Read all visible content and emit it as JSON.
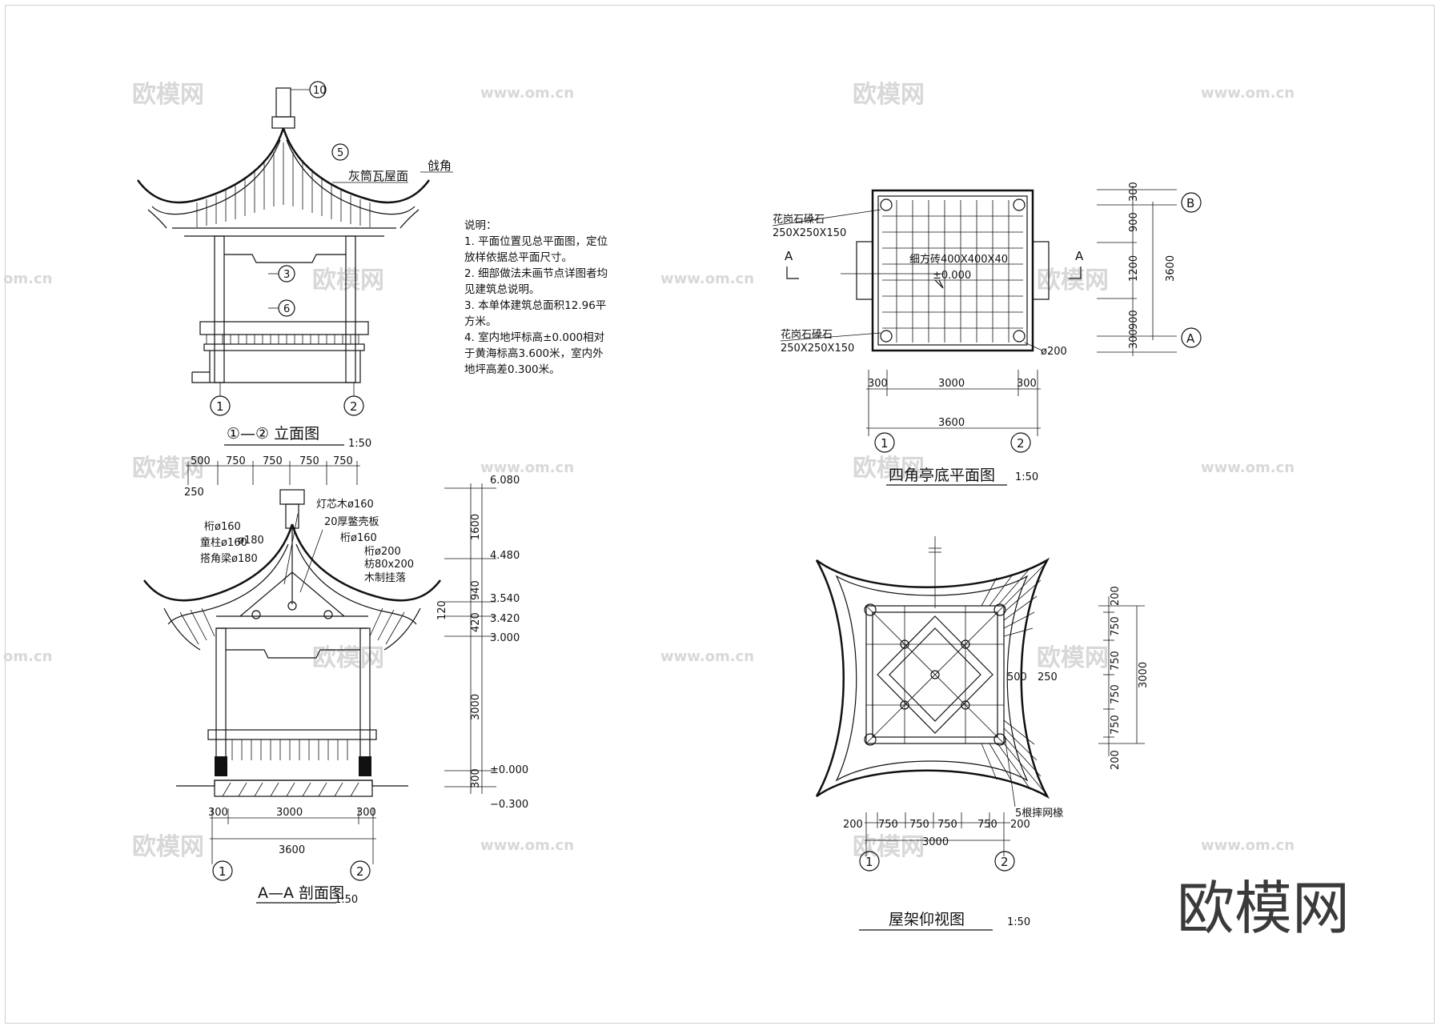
{
  "watermark": {
    "brand": "欧模网",
    "url": "www.om.cn",
    "url_cut": "om.cn"
  },
  "elevation": {
    "title": "①—② 立面图",
    "scale": "1:50",
    "labels": {
      "roof": "灰筒瓦屋面",
      "corner": "戗角"
    },
    "callouts": [
      "10",
      "5",
      "3",
      "6"
    ],
    "axes": [
      "1",
      "2"
    ]
  },
  "notes": {
    "heading": "说明：",
    "items": [
      "1. 平面位置见总平面图，定位放样依据总平面尺寸。",
      "2. 细部做法未画节点详图者均见建筑总说明。",
      "3. 本单体建筑总面积12.96平方米。",
      "4. 室内地坪标高±0.000相对于黄海标高3.600米，室内外地坪高差0.300米。"
    ]
  },
  "section": {
    "title": "A—A 剖面图",
    "scale": "1:50",
    "top_dims": [
      "500",
      "750",
      "750",
      "750",
      "750"
    ],
    "top_extra": "250",
    "labels": [
      "灯芯木ø160",
      "20厚鳖壳板",
      "桁ø160",
      "桁ø160",
      "童柱ø160",
      "ø180",
      "搭角梁ø180",
      "桁ø200",
      "枋80x200",
      "木制挂落"
    ],
    "levels": [
      "6.080",
      "4.480",
      "3.540",
      "3.420",
      "3.000",
      "±0.000",
      "−0.300"
    ],
    "vert_dims": [
      "1600",
      "940",
      "120",
      "420",
      "3000",
      "300"
    ],
    "bottom_dims": [
      "300",
      "3000",
      "300"
    ],
    "total": "3600",
    "axes": [
      "1",
      "2"
    ]
  },
  "plan": {
    "title": "四角亭底平面图",
    "scale": "1:50",
    "labels": {
      "stone1": "花岗石磉石",
      "stone1_size": "250X250X150",
      "stone2": "花岗石磉石",
      "stone2_size": "250X250X150",
      "tile": "细方砖400X400X40",
      "level": "±0.000",
      "post": "ø200",
      "section_mark": "A"
    },
    "bottom_dims": [
      "300",
      "3000",
      "300"
    ],
    "total": "3600",
    "right_dims": [
      "300",
      "900",
      "1200",
      "900",
      "300"
    ],
    "right_total": "3600",
    "axes_x": [
      "1",
      "2"
    ],
    "axes_y": [
      "B",
      "A"
    ]
  },
  "roofplan": {
    "title": "屋架仰视图",
    "scale": "1:50",
    "labels": {
      "rafters": "5根摔网椽",
      "d500": "500",
      "d250": "250"
    },
    "bottom_dims": [
      "200",
      "750",
      "750",
      "750",
      "750",
      "200"
    ],
    "bottom_total": "3000",
    "right_dims": [
      "200",
      "750",
      "750",
      "750",
      "750",
      "200"
    ],
    "right_total": "3000",
    "axes": [
      "1",
      "2"
    ]
  }
}
